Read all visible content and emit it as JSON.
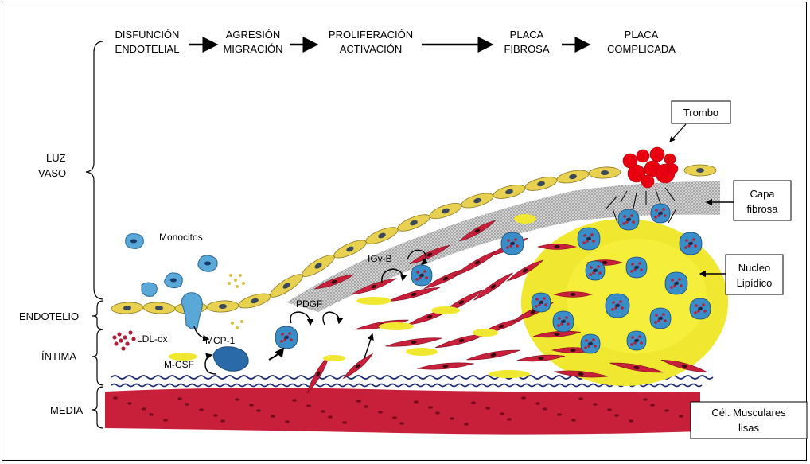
{
  "stages": [
    {
      "line1": "DISFUNCIÓN",
      "line2": "ENDOTELIAL"
    },
    {
      "line1": "AGRESIÓN",
      "line2": "MIGRACIÓN"
    },
    {
      "line1": "PROLIFERACIÓN",
      "line2": "ACTIVACIÓN"
    },
    {
      "line1": "PLACA",
      "line2": "FIBROSA"
    },
    {
      "line1": "PLACA",
      "line2": "COMPLICADA"
    }
  ],
  "layers": {
    "luz_line1": "LUZ",
    "luz_line2": "VASO",
    "endotelio": "ENDOTELIO",
    "intima": "ÍNTIMA",
    "media": "MEDIA"
  },
  "cell_labels": {
    "monocitos": "Monocitos",
    "ldl": "LDL-ox",
    "mcp": "MCP-1",
    "mcsf": "M-CSF",
    "pdgf": "PDGF",
    "igf": "IGγ-B"
  },
  "callouts": {
    "trombo": "Trombo",
    "capa_line1": "Capa",
    "capa_line2": "fibrosa",
    "nucleo_line1": "Nucleo",
    "nucleo_line2": "Lipídico",
    "musc_line1": "Cél. Musculares",
    "musc_line2": "lisas"
  },
  "colors": {
    "smooth_muscle": "#c8203a",
    "endothelial": "#e8d050",
    "lipid_core": "#f0e830",
    "macrophage": "#3a8ec8",
    "thrombus": "#e80010",
    "fibrous_cap": "#b0b0b0"
  }
}
